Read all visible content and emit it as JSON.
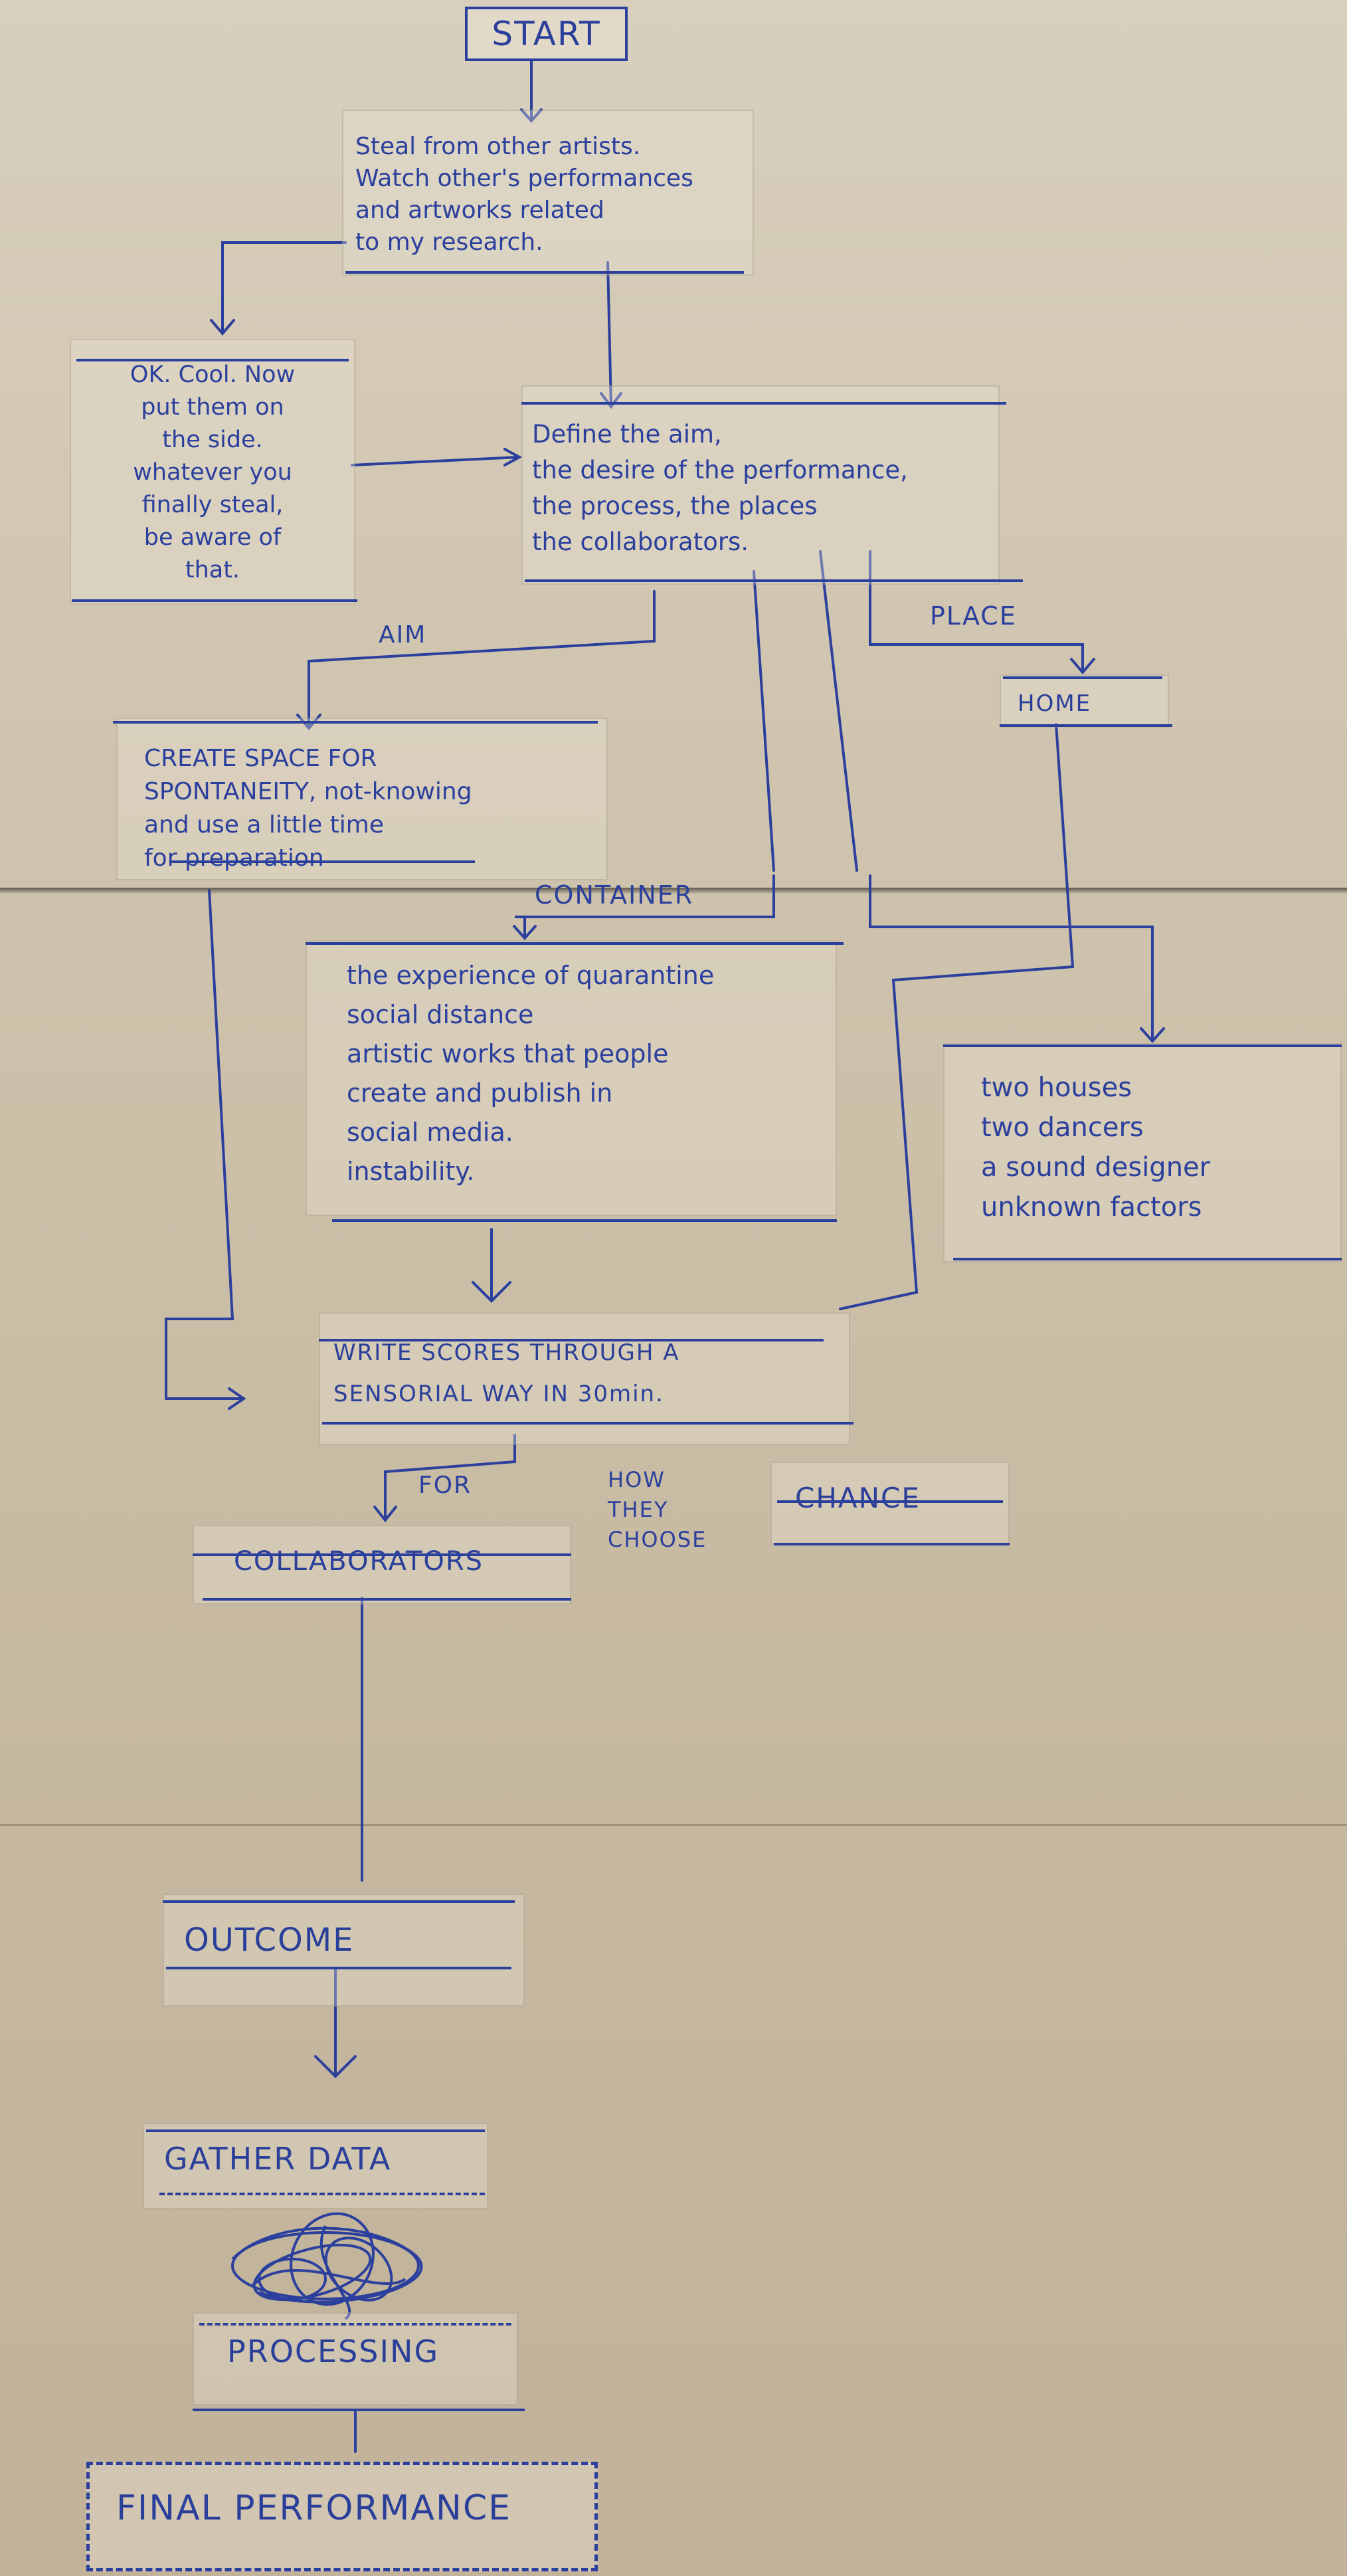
{
  "diagram": {
    "start": "START",
    "steal": "Steal from other artists.\nWatch other's performances\nand artworks related\nto my research.",
    "okcool": "OK. Cool. Now\nput them on\nthe side.\nwhatever you\nfinally steal,\nbe aware of\nthat.",
    "define": "Define the aim,\nthe desire of the performance,\nthe process, the places\nthe collaborators.",
    "aim_label": "AIM",
    "place_label": "PLACE",
    "home": "HOME",
    "aim_box": "CREATE SPACE FOR\nSPONTANEITY, not-knowing\nand use a little time\nfor preparation",
    "container_label": "CONTAINER",
    "container_box": "the experience of quarantine\nsocial distance\nartistic works that people\ncreate and publish in\nsocial media.\ninstability.",
    "home_box": "two houses\ntwo dancers\na sound designer\nunknown factors",
    "scores": "WRITE SCORES THROUGH A\nSENSORIAL WAY IN 30min.",
    "for_label": "FOR",
    "collaborators": "COLLABORATORS",
    "how_choose": "HOW\nTHEY\nCHOOSE",
    "chance": "CHANCE",
    "outcome": "OUTCOME",
    "gather": "GATHER DATA",
    "processing": "PROCESSING",
    "final": "FINAL PERFORMANCE"
  },
  "colors": {
    "ink": "#2b3f9d",
    "paper": "#d3c8b3"
  }
}
